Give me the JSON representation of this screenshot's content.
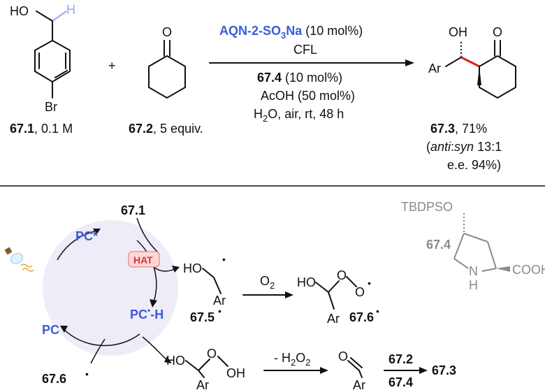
{
  "colors": {
    "catalyst_blue": "#3b5bdb",
    "proline_grey": "#8a8a8a",
    "new_bond_red": "#e02020",
    "hat_badge": "#f26b6b",
    "hat_badge_fill": "#fcd9d9",
    "cycle_fill": "#efecf7"
  },
  "top": {
    "reactant1": {
      "label": "67.1",
      "detail": ", 0.1 M",
      "ho": "HO",
      "h": "H",
      "br": "Br"
    },
    "plus": "+",
    "reactant2": {
      "label": "67.2",
      "detail": ", 5 equiv.",
      "o": "O"
    },
    "conditions": {
      "catalyst_pre": "AQN-2-SO",
      "catalyst_sub": "3",
      "catalyst_post": "Na",
      "catalyst_loading": " (10 mol%)",
      "light": "CFL",
      "cocat_label": "67.4",
      "cocat_loading": " (10 mol%)",
      "acid": "AcOH (50 mol%)",
      "solvent_pre": "H",
      "solvent_sub": "2",
      "solvent_post": "O, air, rt, 48 h"
    },
    "product": {
      "oh": "OH",
      "o": "O",
      "ar": "Ar",
      "label": "67.3",
      "yield": ", 71%",
      "dr_open": "(",
      "dr_anti": "anti",
      "dr_colon": ":",
      "dr_syn": "syn",
      "dr_value": " 13:1",
      "ee": "e.e. 94%)"
    }
  },
  "mechanism": {
    "pc_star": "PC*",
    "pc": "PC",
    "pch_pre": "PC",
    "pch_dot": "•",
    "pch_post": "-H",
    "hat": "HAT",
    "sm_label": "67.1",
    "radical_67_5": {
      "ho": "HO",
      "ar": "Ar",
      "label": "67.5"
    },
    "o2": "O",
    "o2_sub": "2",
    "peroxyl_67_6": {
      "ho": "HO",
      "o1": "O",
      "o2": "O",
      "ar": "Ar",
      "label": "67.6"
    },
    "hydroperoxide": {
      "ho": "HO",
      "o": "O",
      "oh": "OH",
      "ar": "Ar"
    },
    "minus_h2o2_pre": "- H",
    "minus_h2o2_sub": "2",
    "minus_h2o2_post": "O",
    "minus_h2o2_sub2": "2",
    "aldehyde": {
      "o": "O",
      "ar": "Ar"
    },
    "reagent_top": "67.2",
    "reagent_bottom": "67.4",
    "product_label": "67.3",
    "incoming_label": "67.6"
  },
  "proline": {
    "tbdpso": "TBDPSO",
    "label": "67.4",
    "n": "N",
    "h": "H",
    "cooh": "COOH"
  }
}
